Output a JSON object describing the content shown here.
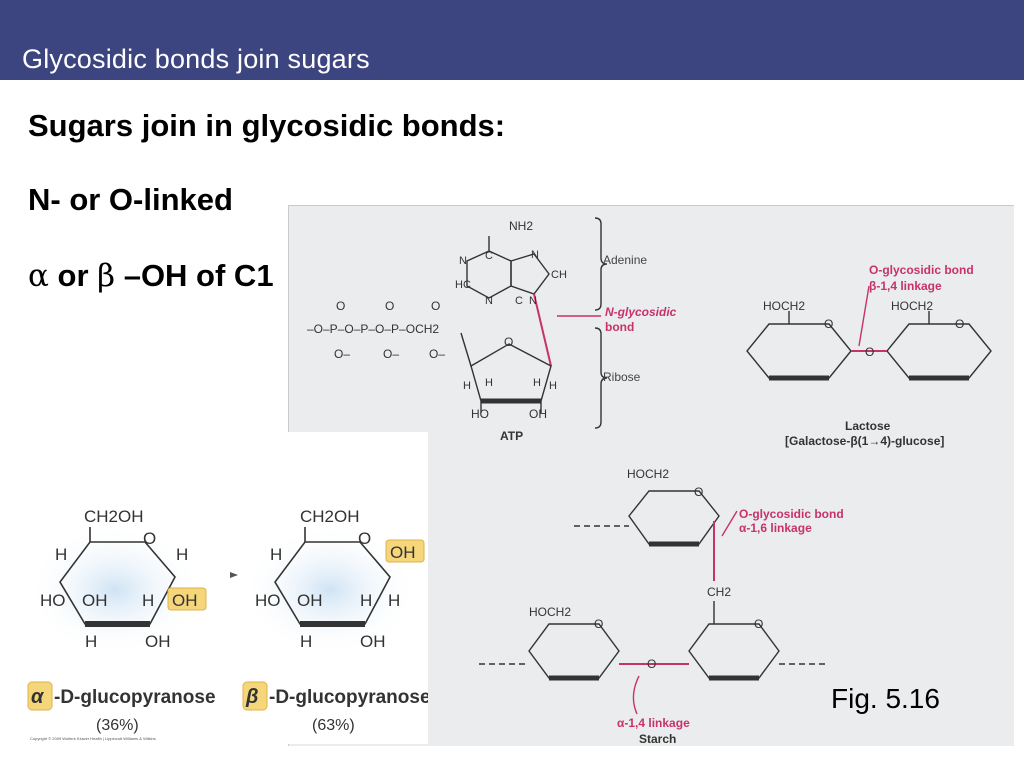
{
  "slide": {
    "title": "Glycosidic bonds join sugars",
    "bullets": {
      "line1": "Sugars join in glycosidic bonds:",
      "line2": "N- or O-linked",
      "line3_alpha": "α",
      "line3_or": " or ",
      "line3_beta": "β",
      "line3_rest": " –OH of C1"
    },
    "figure_label": "Fig. 5.16"
  },
  "atp": {
    "nh2": "NH2",
    "adenine_label": "Adenine",
    "ribose_label": "Ribose",
    "n_bond_label_1": "N-glycosidic",
    "n_bond_label_2": "bond",
    "name": "ATP",
    "phosphate_o_top": "O",
    "phosphate_o_bottom": "O–",
    "phosphate_chain": "–O–P–O–P–O–P–OCH2",
    "ho": "HO",
    "oh": "OH"
  },
  "lactose": {
    "bond_label_1": "O-glycosidic bond",
    "bond_label_2": "β-1,4 linkage",
    "name": "Lactose",
    "formula": "[Galactose-β(1→4)-glucose]",
    "hoch2": "HOCH2"
  },
  "starch": {
    "bond_label_1": "O-glycosidic bond",
    "bond_label_2": "α-1,6 linkage",
    "linkage_14": "α-1,4 linkage",
    "name": "Starch",
    "ch2": "CH2",
    "hoch2": "HOCH2"
  },
  "glucose": {
    "alpha_name_symbol": "α",
    "alpha_name_rest": "-D-glucopyranose",
    "alpha_pct": "(36%)",
    "beta_name_symbol": "β",
    "beta_name_rest": "-D-glucopyranose",
    "beta_pct": "(63%)",
    "ch2oh": "CH2OH",
    "copyright": "Copyright © 2009 Wolters Kluwer Health | Lippincott Williams & Wilkins"
  },
  "colors": {
    "title_bar": "#3c4580",
    "bond_accent": "#c8326a",
    "highlight": "#f5d67a",
    "panel": "#eaeced"
  }
}
